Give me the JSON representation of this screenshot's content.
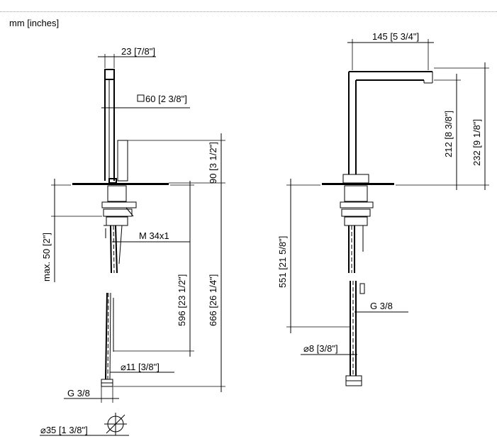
{
  "header": {
    "units": "mm [inches]"
  },
  "left_view": {
    "width_top": "23",
    "width_top_in": "7/8\"",
    "square": "60",
    "square_in": "2 3/8\"",
    "height_lever": "90",
    "height_lever_in": "3 1/2\"",
    "max_thickness": "max. 50",
    "max_thickness_in": "2\"",
    "thread": "M 34x1",
    "height_hose": "596",
    "height_hose_in": "23 1/2\"",
    "height_total": "666",
    "height_total_in": "26 1/4\"",
    "hose_diameter": "11",
    "hose_diameter_in": "3/8\"",
    "connection": "G 3/8",
    "hole_diameter": "35",
    "hole_diameter_in": "1 3/8\""
  },
  "right_view": {
    "reach": "145",
    "reach_in": "5 3/4\"",
    "spout_height": "212",
    "spout_height_in": "8 3/8\"",
    "total_height": "232",
    "total_height_in": "9 1/8\"",
    "hose_length": "551",
    "hose_length_in": "21 5/8\"",
    "connection": "G 3/8",
    "hose_diameter": "8",
    "hose_diameter_in": "3/8\""
  }
}
